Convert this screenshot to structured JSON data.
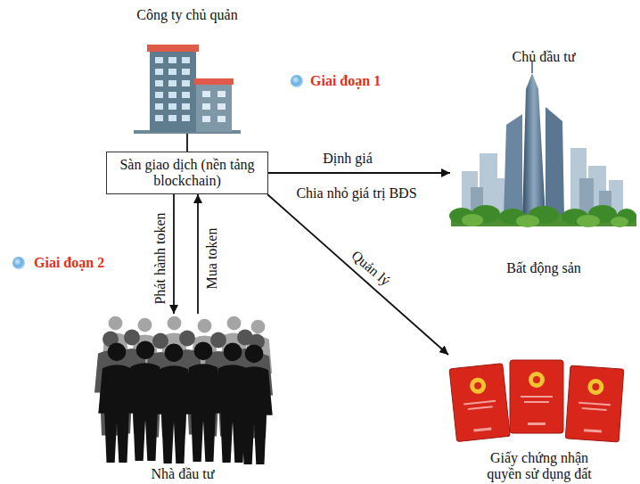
{
  "diagram": {
    "nodes": [
      {
        "text": [
          "Công ty chủ quản"
        ]
      },
      {
        "text": [
          "Chủ đầu tư",
          "Bất động sản"
        ]
      },
      {
        "text": [
          "Sàn giao dịch (nền tảng blockchain)"
        ]
      },
      {
        "text": [
          "Nhà đầu tư"
        ]
      },
      {
        "text": [
          "Giấy chứng nhận quyền sử dụng đất"
        ]
      }
    ],
    "edges": [
      {
        "from": 0,
        "to": 2,
        "arrow": "none"
      },
      {
        "from": 2,
        "to": 1,
        "arrow": "to",
        "label": "Định giá"
      },
      {
        "from": 2,
        "to": 3,
        "arrow": "to",
        "label": "Phát hành token"
      },
      {
        "from": 3,
        "to": 2,
        "arrow": "to",
        "label": "Mua token"
      },
      {
        "from": 2,
        "to": 4,
        "arrow": "to",
        "label": "Quản lý"
      }
    ],
    "labels": [
      "Giai đoạn 1",
      "Chia nhỏ giá trị BĐS",
      "Giai đoạn 2"
    ]
  }
}
